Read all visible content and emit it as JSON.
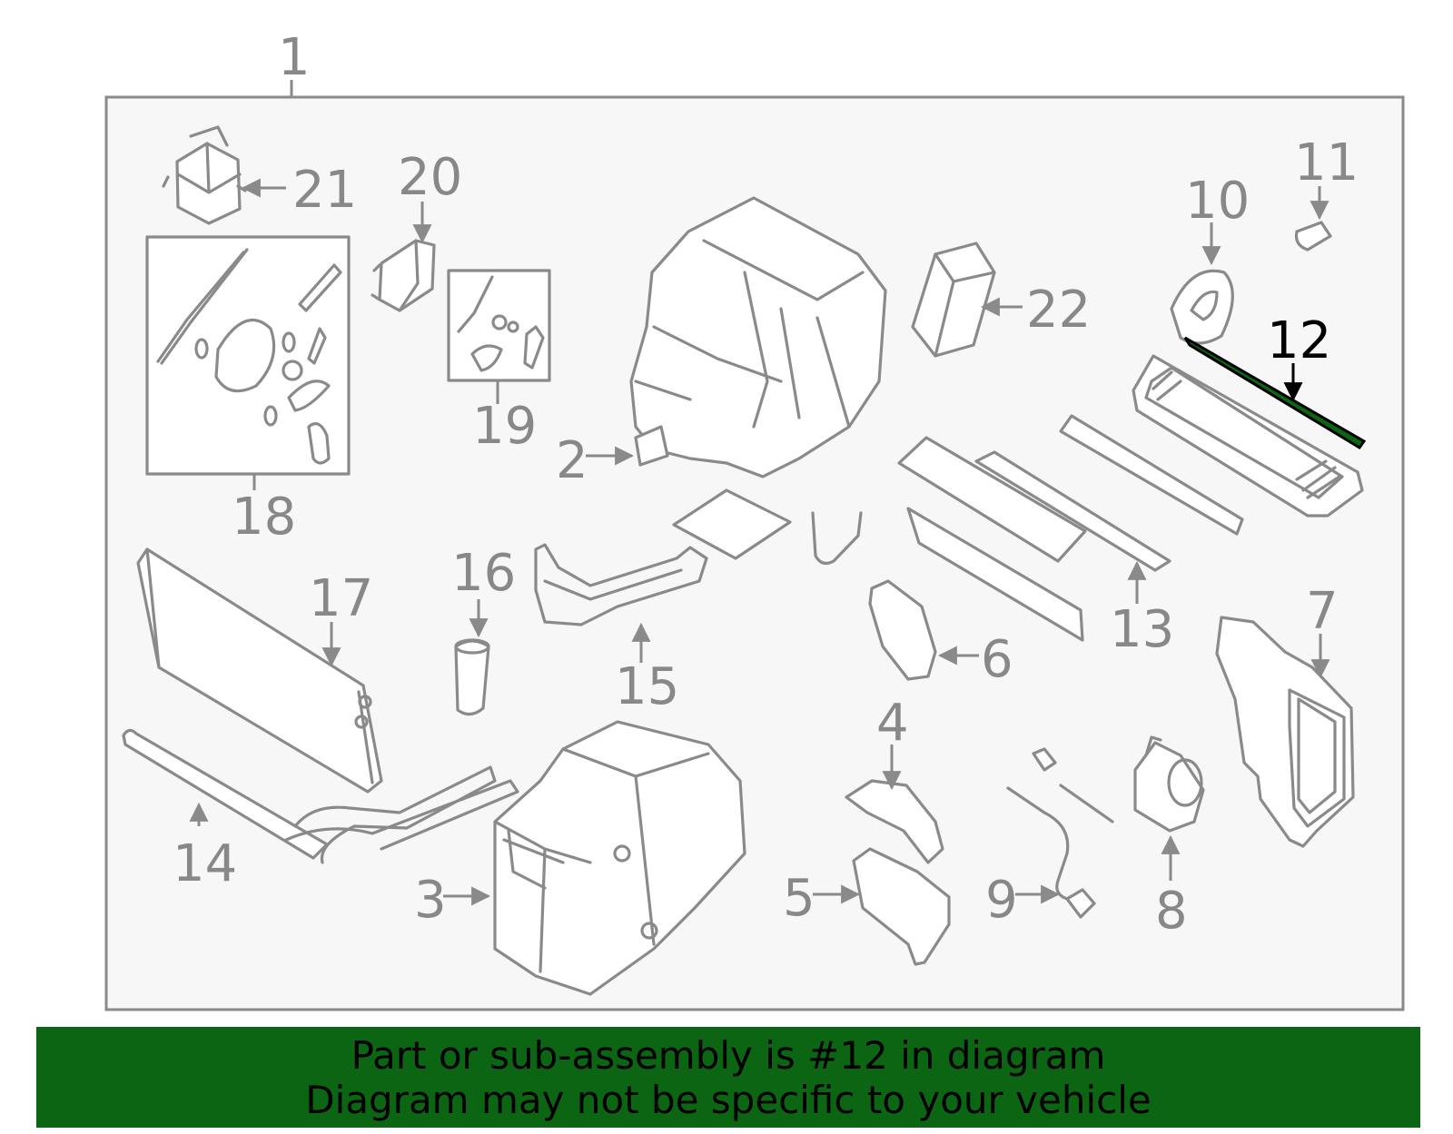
{
  "diagram": {
    "callouts": {
      "c1": "1",
      "c2": "2",
      "c3": "3",
      "c4": "4",
      "c5": "5",
      "c6": "6",
      "c7": "7",
      "c8": "8",
      "c9": "9",
      "c10": "10",
      "c11": "11",
      "c12": "12",
      "c13": "13",
      "c14": "14",
      "c15": "15",
      "c16": "16",
      "c17": "17",
      "c18": "18",
      "c19": "19",
      "c20": "20",
      "c21": "21",
      "c22": "22"
    },
    "highlighted_part": "12"
  },
  "banner": {
    "line1": "Part or sub-assembly is #12 in diagram",
    "line2": "Diagram may not be specific to your vehicle"
  },
  "colors": {
    "highlight": "#0b6512",
    "line": "#8a8a8a",
    "panel": "#f7f7f7"
  }
}
